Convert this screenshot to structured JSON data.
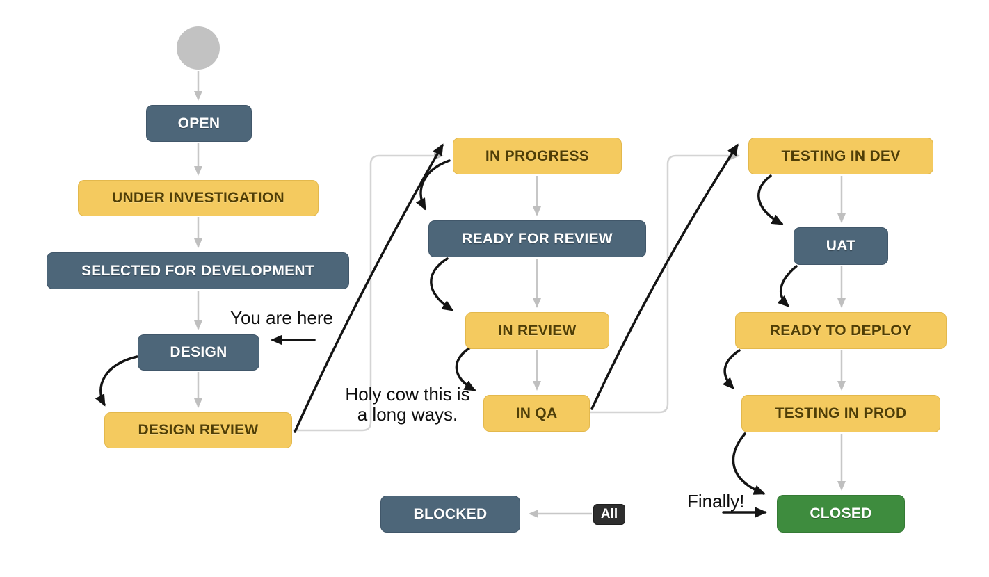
{
  "nodes": [
    {
      "label": "OPEN",
      "type": "slate"
    },
    {
      "label": "UNDER INVESTIGATION",
      "type": "yellow"
    },
    {
      "label": "SELECTED FOR DEVELOPMENT",
      "type": "slate"
    },
    {
      "label": "DESIGN",
      "type": "slate"
    },
    {
      "label": "DESIGN REVIEW",
      "type": "yellow"
    },
    {
      "label": "IN PROGRESS",
      "type": "yellow"
    },
    {
      "label": "READY FOR REVIEW",
      "type": "slate"
    },
    {
      "label": "IN REVIEW",
      "type": "yellow"
    },
    {
      "label": "IN QA",
      "type": "yellow"
    },
    {
      "label": "BLOCKED",
      "type": "slate"
    },
    {
      "label": "TESTING IN DEV",
      "type": "yellow"
    },
    {
      "label": "UAT",
      "type": "slate"
    },
    {
      "label": "READY TO DEPLOY",
      "type": "yellow"
    },
    {
      "label": "TESTING IN PROD",
      "type": "yellow"
    },
    {
      "label": "CLOSED",
      "type": "green"
    }
  ],
  "annotations": {
    "you_are_here": "You are here",
    "holy_cow": "Holy cow this is\na long ways.",
    "finally": "Finally!"
  },
  "all_badge": "All",
  "colors": {
    "status_slate": "#4D6679",
    "status_yellow": "#F4CA5F",
    "status_green": "#3E8C3E",
    "connector_gray": "#C7C7C7",
    "transition_black": "#141414",
    "start_node_gray": "#C2C2C2",
    "all_badge_bg": "#2E2E2E"
  }
}
